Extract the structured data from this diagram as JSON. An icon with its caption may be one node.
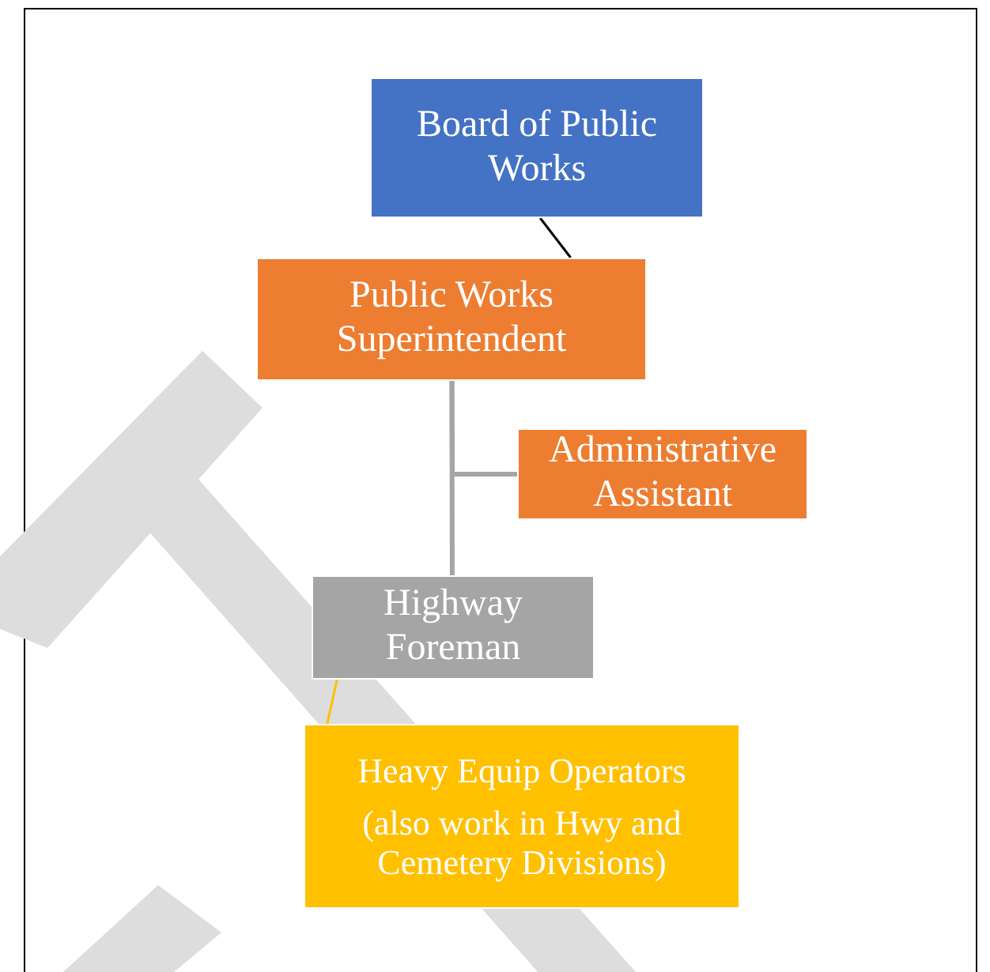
{
  "diagram": {
    "nodes": [
      {
        "text": [
          "Board of Public Works"
        ]
      },
      {
        "text": [
          "Public Works Superintendent"
        ]
      },
      {
        "text": [
          "Administrative Assistant"
        ]
      },
      {
        "text": [
          "Highway Foreman"
        ]
      },
      {
        "text": [
          "Heavy Equip Operators",
          "(also work in Hwy and Cemetery Divisions)"
        ]
      }
    ],
    "edges": [
      {
        "from": 0,
        "to": 1,
        "arrow": "none",
        "color": "#000000"
      },
      {
        "from": 1,
        "to": 2,
        "arrow": "none",
        "style": "thick"
      },
      {
        "from": 1,
        "to": 3,
        "arrow": "none",
        "style": "thick"
      },
      {
        "from": 3,
        "to": 4,
        "arrow": "none",
        "color": "#ffc000"
      }
    ]
  }
}
